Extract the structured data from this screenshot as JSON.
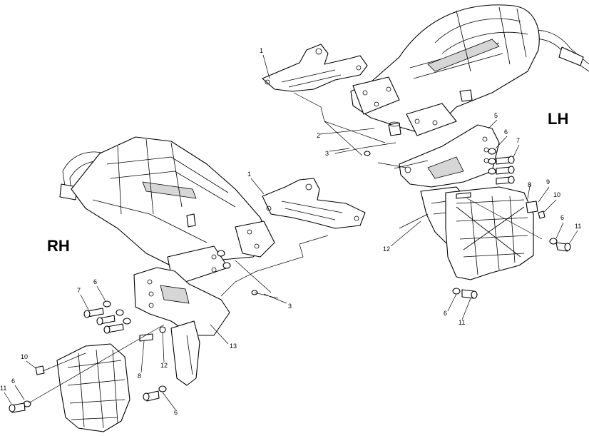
{
  "labels": {
    "left_hand": "LH",
    "right_hand": "RH"
  },
  "callouts": {
    "lh_1": "1",
    "lh_2": "2",
    "lh_3": "3",
    "lh_5": "5",
    "lh_6a": "6",
    "lh_7": "7",
    "lh_8a": "8",
    "lh_9": "9",
    "lh_10": "10",
    "lh_6b": "6",
    "lh_11a": "11",
    "lh_12": "12",
    "lh_6c": "6",
    "lh_11b": "11",
    "rh_1": "1",
    "rh_3": "3",
    "rh_7": "7",
    "rh_6a": "6",
    "rh_13": "13",
    "rh_8": "8",
    "rh_12": "12",
    "rh_10": "10",
    "rh_11": "11",
    "rh_6b": "6",
    "rh_6c": "6"
  }
}
